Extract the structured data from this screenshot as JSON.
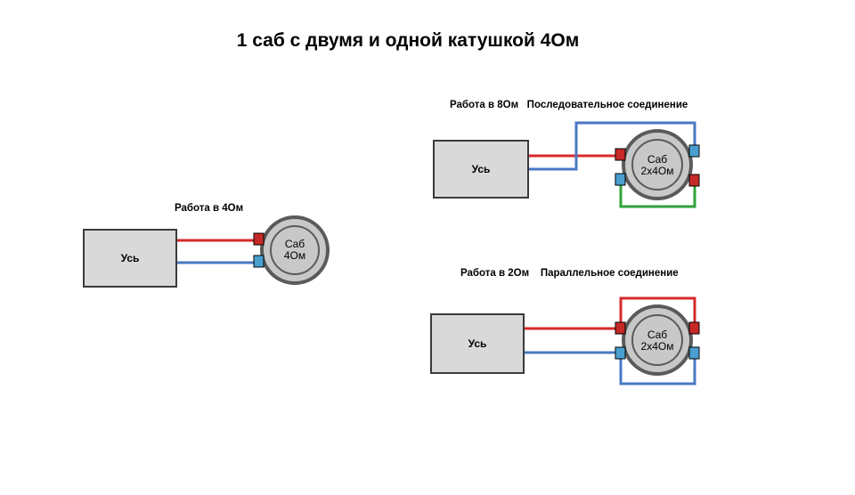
{
  "title": "1 саб с двумя и одной катушкой 4Ом",
  "colors": {
    "positive_wire": "#d62a2a",
    "negative_wire": "#4a78c2",
    "jumper_wire": "#2fa33a",
    "amp_fill": "#d9d9d9",
    "speaker_fill": "#c8c8c8",
    "speaker_ring": "#5a5a5a"
  },
  "diagram_4ohm": {
    "label": "Работа в 4Ом",
    "amp_label": "Усь",
    "sub_line1": "Саб",
    "sub_line2": "4Ом"
  },
  "diagram_8ohm": {
    "label": "Работа в 8Ом   Последовательное соединение",
    "amp_label": "Усь",
    "sub_line1": "Саб",
    "sub_line2": "2x4Ом"
  },
  "diagram_2ohm": {
    "label": "Работа в 2Ом    Параллельное соединение",
    "amp_label": "Усь",
    "sub_line1": "Саб",
    "sub_line2": "2x4Ом"
  }
}
